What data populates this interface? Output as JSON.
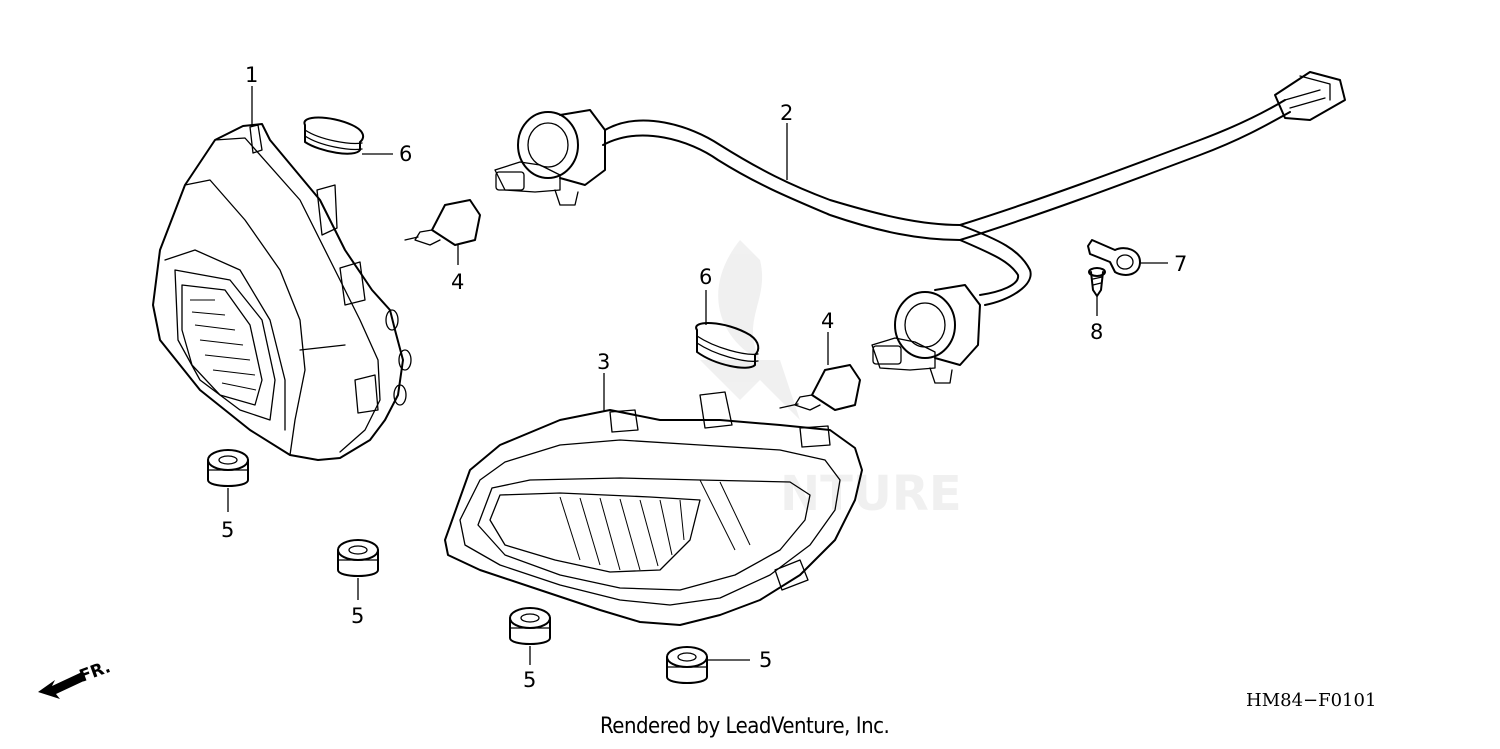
{
  "diagram": {
    "part_labels": {
      "p1": "1",
      "p2": "2",
      "p3": "3",
      "p4a": "4",
      "p4b": "4",
      "p5a": "5",
      "p5b": "5",
      "p5c": "5",
      "p5d": "5",
      "p6a": "6",
      "p6b": "6",
      "p7": "7",
      "p8": "8"
    },
    "direction_label": "FR.",
    "footer": "Rendered by LeadVenture, Inc.",
    "diagram_code": "HM84−F0101"
  }
}
